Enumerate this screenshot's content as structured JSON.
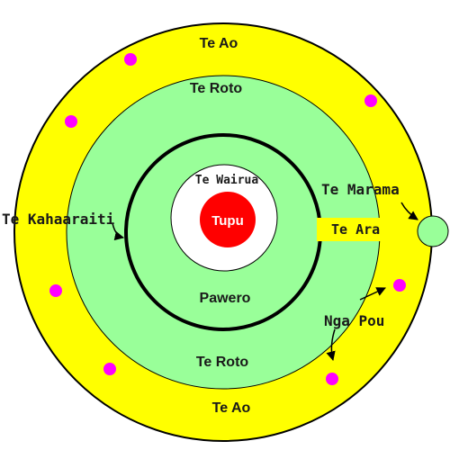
{
  "diagram": {
    "labels": {
      "outer_top": "Te Ao",
      "outer_bottom": "Te Ao",
      "green_top": "Te Roto",
      "green_bottom": "Te Roto",
      "inner_spirit": "Te Wairua",
      "core": "Tupu",
      "inner_lower": "Pawero",
      "left_pointer": "Te Kahaaraiti",
      "right_pointer": "Te Marama",
      "path": "Te Ara",
      "pillars": "Nga Pou"
    },
    "colors": {
      "outer_ring": "#ffff00",
      "middle_ring": "#99ff99",
      "inner_circle": "#ffffff",
      "core": "#ff0000",
      "dots": "#ff00ff",
      "moon": "#99ff99",
      "outline": "#000000"
    }
  }
}
